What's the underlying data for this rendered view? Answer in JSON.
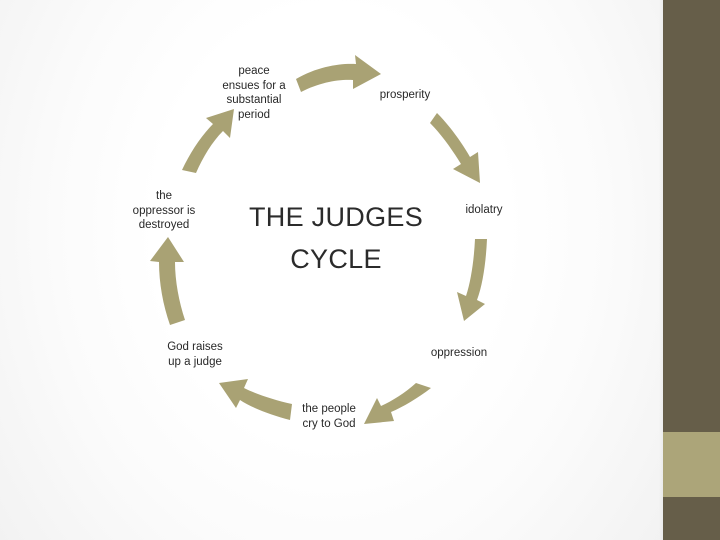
{
  "slide": {
    "title_lines": "THE JUDGES\nCYCLE",
    "background_color": "#ffffff",
    "accent_color": "#aca579",
    "rail_color": "#665e49",
    "arrow_color": "#a9a274",
    "text_color": "#282828"
  },
  "cycle": {
    "nodes": [
      {
        "id": "peace",
        "label": "peace\nensues for a\nsubstantial\nperiod",
        "position": "top-left"
      },
      {
        "id": "prosperity",
        "label": "prosperity",
        "position": "top-right"
      },
      {
        "id": "idolatry",
        "label": "idolatry",
        "position": "right"
      },
      {
        "id": "oppression",
        "label": "oppression",
        "position": "bottom-right"
      },
      {
        "id": "cry",
        "label": "the people\ncry to God",
        "position": "bottom"
      },
      {
        "id": "judge",
        "label": "God raises\nup a judge",
        "position": "bottom-left"
      },
      {
        "id": "destroyed",
        "label": "the\noppressor is\ndestroyed",
        "position": "left"
      }
    ],
    "arrows": [
      {
        "id": "peace-to-prosperity",
        "from": "peace",
        "to": "prosperity"
      },
      {
        "id": "prosperity-to-idolatry",
        "from": "prosperity",
        "to": "idolatry"
      },
      {
        "id": "idolatry-to-oppression",
        "from": "idolatry",
        "to": "oppression"
      },
      {
        "id": "oppression-to-cry",
        "from": "oppression",
        "to": "cry"
      },
      {
        "id": "cry-to-judge",
        "from": "cry",
        "to": "judge"
      },
      {
        "id": "judge-to-destroyed",
        "from": "judge",
        "to": "destroyed"
      },
      {
        "id": "destroyed-to-peace",
        "from": "destroyed",
        "to": "peace"
      }
    ],
    "direction": "clockwise"
  },
  "decor": {
    "rail_label": "right-sidebar",
    "accent_label": "accent-block"
  }
}
